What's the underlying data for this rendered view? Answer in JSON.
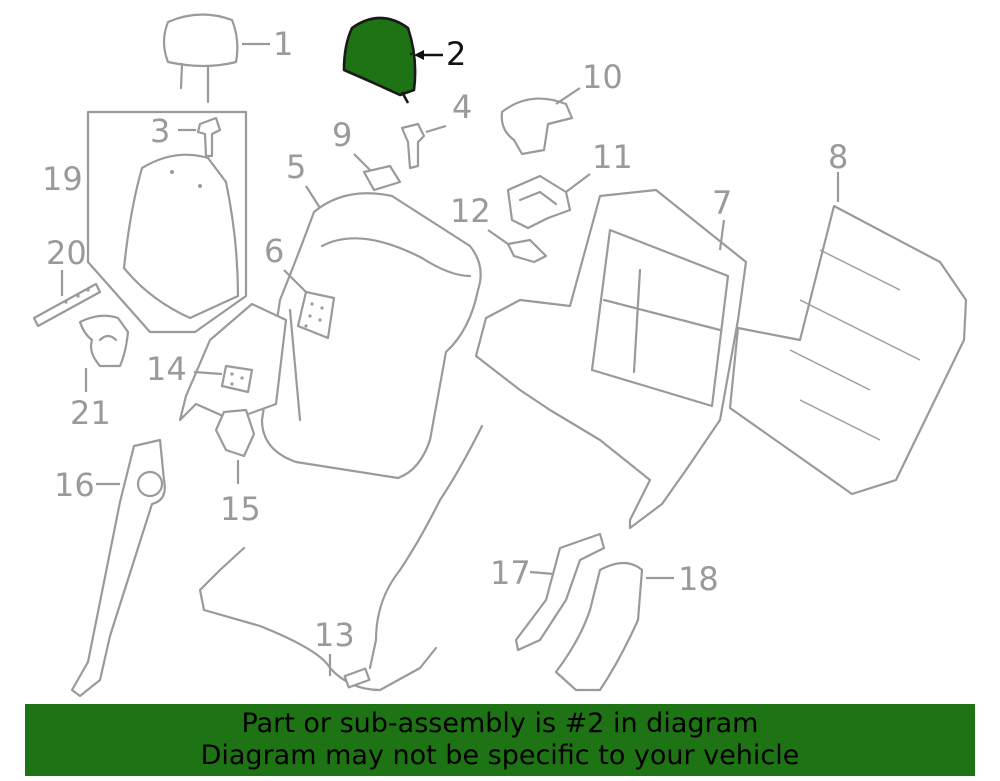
{
  "highlight_color": "#1e7314",
  "callouts": [
    {
      "id": "1",
      "text": "1"
    },
    {
      "id": "2",
      "text": "2"
    },
    {
      "id": "3",
      "text": "3"
    },
    {
      "id": "4",
      "text": "4"
    },
    {
      "id": "5",
      "text": "5"
    },
    {
      "id": "6",
      "text": "6"
    },
    {
      "id": "7",
      "text": "7"
    },
    {
      "id": "8",
      "text": "8"
    },
    {
      "id": "9",
      "text": "9"
    },
    {
      "id": "10",
      "text": "10"
    },
    {
      "id": "11",
      "text": "11"
    },
    {
      "id": "12",
      "text": "12"
    },
    {
      "id": "13",
      "text": "13"
    },
    {
      "id": "14",
      "text": "14"
    },
    {
      "id": "15",
      "text": "15"
    },
    {
      "id": "16",
      "text": "16"
    },
    {
      "id": "17",
      "text": "17"
    },
    {
      "id": "18",
      "text": "18"
    },
    {
      "id": "19",
      "text": "19"
    },
    {
      "id": "20",
      "text": "20"
    },
    {
      "id": "21",
      "text": "21"
    }
  ],
  "footer": {
    "line1": "Part or sub-assembly is #2 in diagram",
    "line2": "Diagram may not be specific to your vehicle"
  }
}
